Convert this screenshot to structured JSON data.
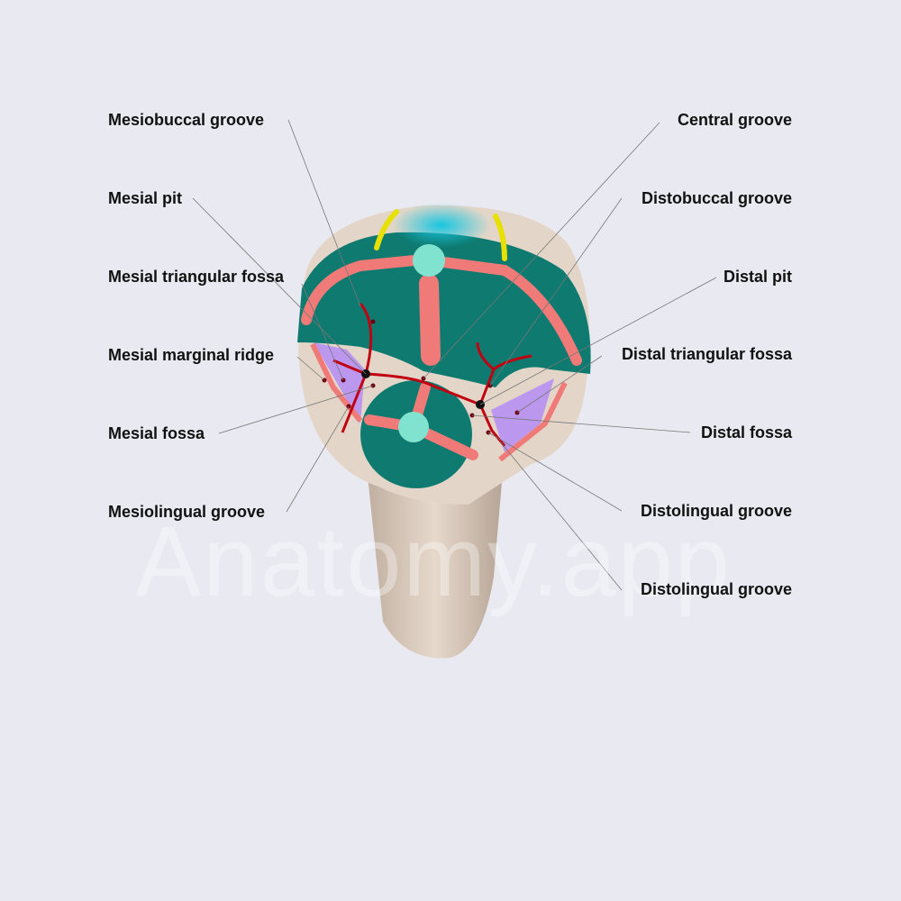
{
  "watermark": "Anatomy.app",
  "labels": {
    "left": [
      "Mesiobuccal groove",
      "Mesial pit",
      "Mesial triangular fossa",
      "Mesial marginal ridge",
      "Mesial fossa",
      "Mesiolingual groove"
    ],
    "right": [
      "Central groove",
      "Distobuccal groove",
      "Distal pit",
      "Distal triangular fossa",
      "Distal fossa",
      "Distolingual groove",
      "Distolingual groove"
    ]
  },
  "colors": {
    "background": "#e9eaf1",
    "enamel": "#e3d6c8",
    "cusp": "#0f7a70",
    "ridge": "#f07a78",
    "cusp_tip": "#7fe3d0",
    "groove": "#c00010",
    "fossa": "#b48cf5",
    "yellow": "#e8e000",
    "cyan": "#1ec4dc"
  }
}
